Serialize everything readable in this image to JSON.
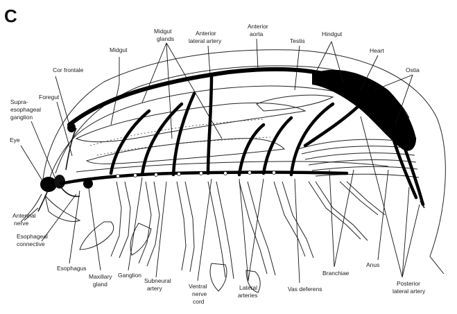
{
  "panel_letter": "C",
  "labels": {
    "midgut": "Midgut",
    "midgut_glands": [
      "Midgut",
      "glands"
    ],
    "anterior_lateral_artery": [
      "Anterior",
      "lateral artery"
    ],
    "anterior_aorta": [
      "Anterior",
      "aorta"
    ],
    "testis": "Testis",
    "hindgut": "Hindgut",
    "heart": "Heart",
    "ostia": "Ostia",
    "cor_frontale": "Cor frontale",
    "foregut": "Foregut",
    "supraesophageal_ganglion": [
      "Supra-",
      "esophageal",
      "ganglion"
    ],
    "eye": "Eye",
    "antennal_nerve": [
      "Antennal",
      "nerve"
    ],
    "esophageal_connective": [
      "Esophageal",
      "connective"
    ],
    "esophagus": "Esophagus",
    "maxillary_gland": [
      "Maxillary",
      "gland"
    ],
    "ganglion": "Ganglion",
    "subneural_artery": [
      "Subneural",
      "artery"
    ],
    "ventral_nerve_cord": [
      "Ventral",
      "nerve",
      "cord"
    ],
    "lateral_arteries": [
      "Lateral",
      "arteries"
    ],
    "vas_deferens": "Vas deferens",
    "branchiae": "Branchiae",
    "anus": "Anus",
    "posterior_lateral_artery": [
      "Posterior",
      "lateral artery"
    ]
  }
}
